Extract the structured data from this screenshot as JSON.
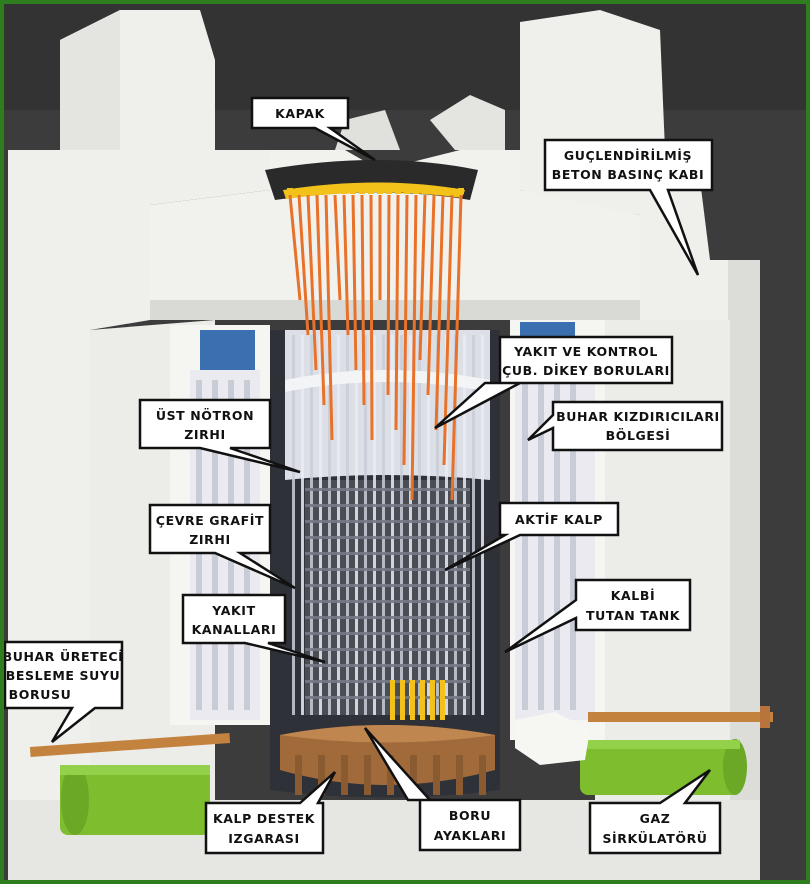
{
  "labels": {
    "kapak": "KAPAK",
    "beton_1": "GUÇLENDİRİLMİŞ",
    "beton_2": "BETON BASINÇ KABI",
    "yakit_kontrol_1": "YAKIT VE KONTROL",
    "yakit_kontrol_2": "ÇUB. DİKEY BORULARI",
    "ust_notron_1": "ÜST NÖTRON",
    "ust_notron_2": "ZIRHI",
    "buhar_kizdirici_1": "BUHAR KIZDIRICILARI",
    "buhar_kizdirici_2": "BÖLGESİ",
    "cevre_grafit_1": "ÇEVRE GRAFİT",
    "cevre_grafit_2": "ZIRHI",
    "aktif_kalp": "AKTİF KALP",
    "yakit_kanal_1": "YAKIT",
    "yakit_kanal_2": "KANALLARI",
    "kalbi_tutan_1": "KALBİ",
    "kalbi_tutan_2": "TUTAN TANK",
    "buhar_ureteci_1": "BUHAR ÜRETECİ",
    "buhar_ureteci_2": "BESLEME SUYU",
    "buhar_ureteci_3": "BORUSU",
    "kalp_destek_1": "KALP DESTEK",
    "kalp_destek_2": "IZGARASI",
    "boru_ayak_1": "BORU",
    "boru_ayak_2": "AYAKLARI",
    "gaz_sirk_1": "GAZ",
    "gaz_sirk_2": "SİRKÜLATÖRÜ"
  },
  "colors": {
    "frame": "#2e7d1e",
    "background": "#3e3e3e",
    "concrete": "#efefec",
    "concrete_shade": "#d9d9d5",
    "rods": "#e8722a",
    "rod_tip": "#f2c21b",
    "graphite": "#4b4d55",
    "grid_brown": "#a06a3a",
    "circulator_green": "#7dbd2e",
    "boiler_blue": "#3a6fb0",
    "callout_fill": "#ffffff",
    "callout_stroke": "#111111"
  }
}
